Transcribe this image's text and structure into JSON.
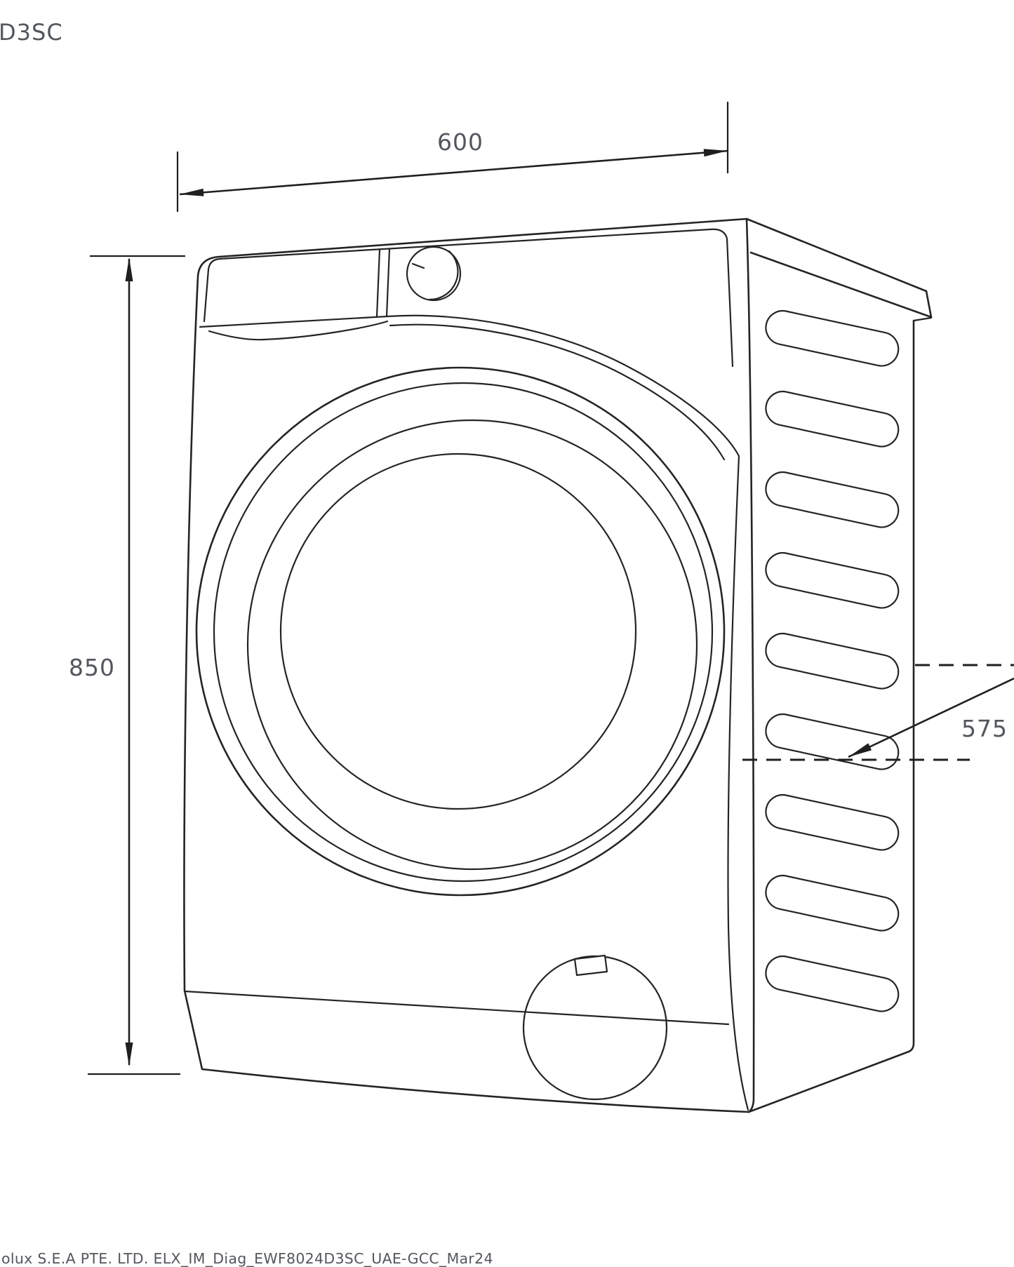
{
  "theme": {
    "background": "#ffffff",
    "line_color": "#242424",
    "dimension_color": "#1f1f1f",
    "label_color": "#53575c"
  },
  "drawing": {
    "subject": "Front-load washing machine dimension outline drawing",
    "top_left_code": "D3SC",
    "footer_reference": "olux S.E.A PTE. LTD. ELX_IM_Diag_EWF8024D3SC_UAE-GCC_Mar24",
    "dimensions": {
      "width": "600",
      "height": "850",
      "depth": "575"
    }
  }
}
